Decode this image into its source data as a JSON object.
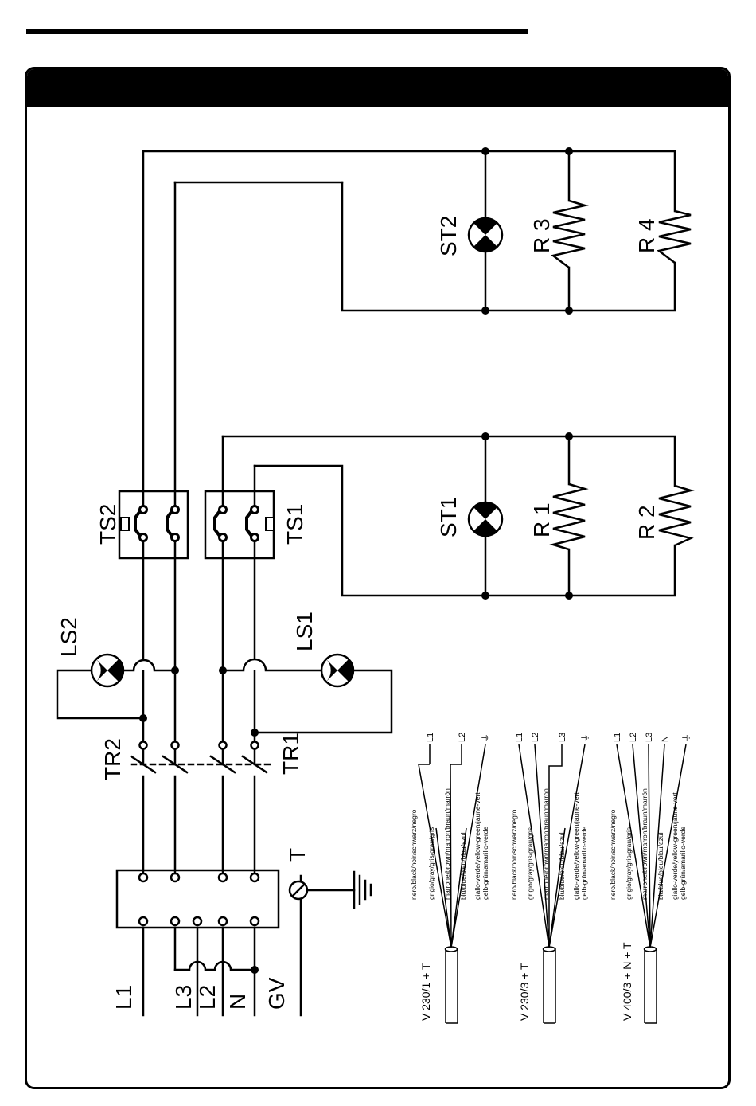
{
  "components": {
    "ST1": "ST1",
    "ST2": "ST2",
    "R1": "R 1",
    "R2": "R 2",
    "R3": "R 3",
    "R4": "R 4",
    "TS1": "TS1",
    "TS2": "TS2",
    "LS1": "LS1",
    "LS2": "LS2",
    "TR1": "TR1",
    "TR2": "TR2",
    "T": "T"
  },
  "terminals": {
    "L1": "L1",
    "L2": "L2",
    "L3": "L3",
    "N": "N",
    "GV": "GV"
  },
  "wiring": {
    "colors": [
      "nero/black/noir/schwarz/negro",
      "grigio/gray/gris/grau/gris",
      "marrone/brown/marron/braun/marrón",
      "blu/blue/bleu/blau/azul",
      "giallo-verde/yellow-green/jaune-vert",
      "gelb-grün/amarillo-verde"
    ],
    "cables": [
      {
        "voltage": "V 230/1 + T",
        "terminals": [
          "L1",
          "L2",
          "⏚"
        ]
      },
      {
        "voltage": "V 230/3 + T",
        "terminals": [
          "L1",
          "L2",
          "L3",
          "⏚"
        ]
      },
      {
        "voltage": "V 400/3 + N + T",
        "terminals": [
          "L1",
          "L2",
          "L3",
          "N",
          "⏚"
        ]
      }
    ]
  }
}
